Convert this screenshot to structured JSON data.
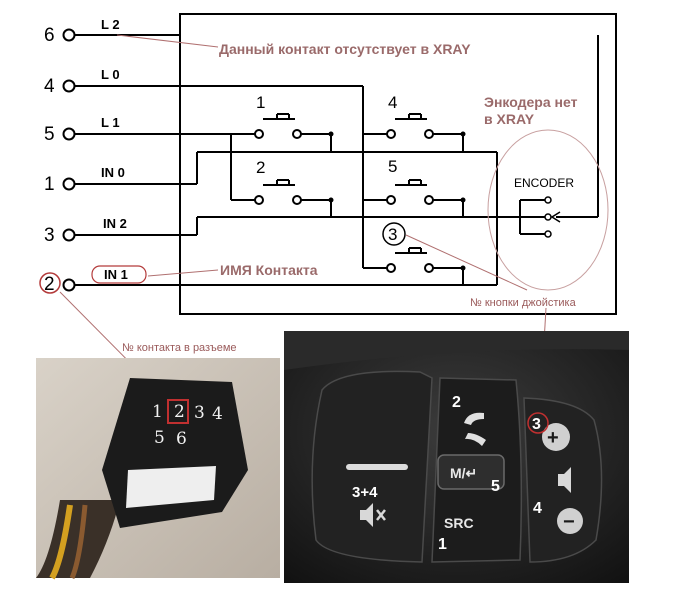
{
  "pins": [
    {
      "num": "6",
      "signal": "L 2"
    },
    {
      "num": "4",
      "signal": "L 0"
    },
    {
      "num": "5",
      "signal": "L 1"
    },
    {
      "num": "1",
      "signal": "IN 0"
    },
    {
      "num": "3",
      "signal": "IN 2"
    },
    {
      "num": "2",
      "signal": "IN 1"
    }
  ],
  "switches": [
    "1",
    "4",
    "2",
    "5",
    "3"
  ],
  "notes": {
    "missing_contact": "Данный контакт отсутствует в XRAY",
    "no_encoder_line1": "Энкодера нет",
    "no_encoder_line2": "в XRAY",
    "contact_name": "ИМЯ Контакта",
    "joystick_button": "№ кнопки джойстика",
    "connector_contact": "№ контакта в разъеме"
  },
  "encoder": "ENCODER",
  "connector": {
    "row1": [
      "1",
      "2",
      "3",
      "4"
    ],
    "row2": [
      "5",
      "6"
    ]
  },
  "wheel": {
    "left_label": "3+4",
    "talk_label": "2",
    "mode_label": "5",
    "src_label": "1",
    "plus_label": "3",
    "minus_label": "4",
    "mode_button_text": "M/↵",
    "src_button_text": "SRC",
    "plus_symbol": "+",
    "minus_symbol": "−"
  },
  "colors": {
    "annotation": "#9a6a6a",
    "highlight": "#b33a3a",
    "wire": "#000000"
  }
}
